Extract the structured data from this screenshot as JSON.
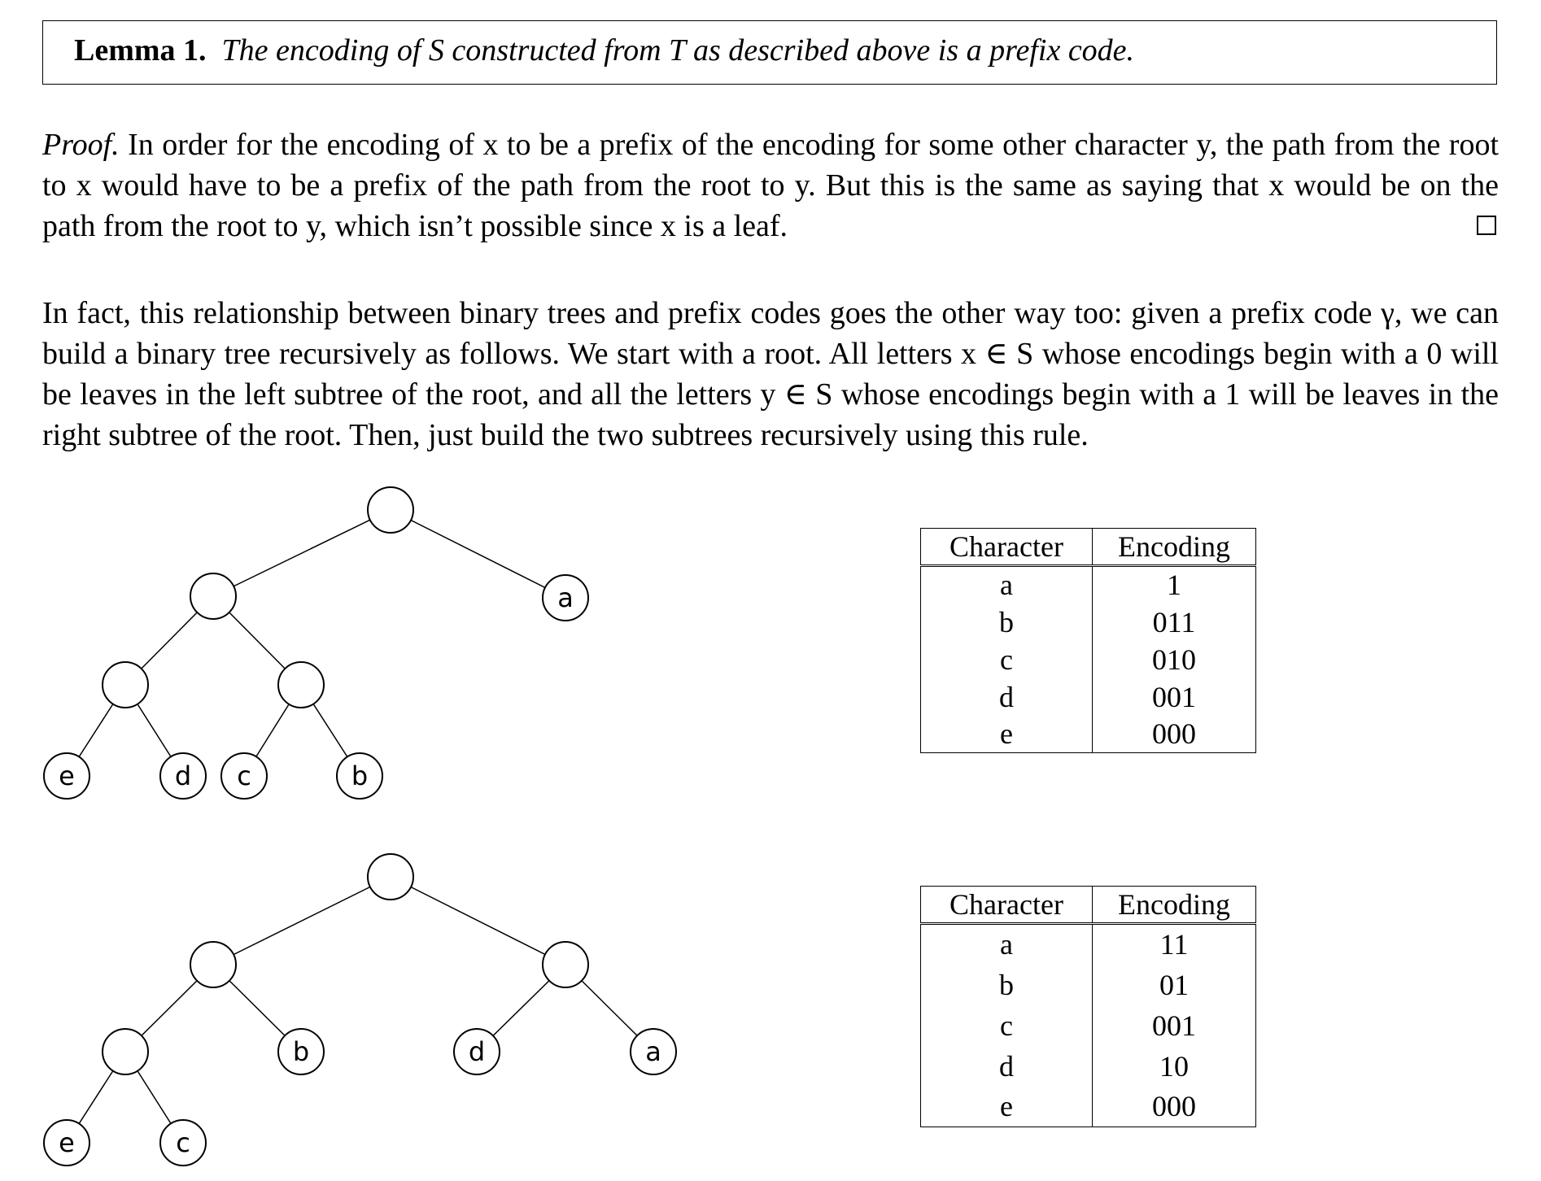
{
  "lemma": {
    "label": "Lemma 1.",
    "text": "The encoding of S constructed from T as described above is a prefix code."
  },
  "proof": {
    "label": "Proof.",
    "text": "In order for the encoding of x to be a prefix of the encoding for some other character y, the path from the root to x would have to be a prefix of the path from the root to y. But this is the same as saying that x would be on the path from the root to y, which isn’t possible since x is a leaf."
  },
  "paragraph": "In fact, this relationship between binary trees and prefix codes goes the other way too: given a prefix code γ, we can build a binary tree recursively as follows. We start with a root. All letters x ∈ S whose encodings begin with a 0 will be leaves in the left subtree of the root, and all the letters y ∈ S whose encodings begin with a 1 will be leaves in the right subtree of the root. Then, just build the two subtrees recursively using this rule.",
  "trees": [
    {
      "leaf_labels": [
        "a",
        "e",
        "d",
        "c",
        "b"
      ]
    },
    {
      "leaf_labels": [
        "b",
        "d",
        "a",
        "e",
        "c"
      ]
    }
  ],
  "tables": [
    {
      "headers": [
        "Character",
        "Encoding"
      ],
      "rows": [
        [
          "a",
          "1"
        ],
        [
          "b",
          "011"
        ],
        [
          "c",
          "010"
        ],
        [
          "d",
          "001"
        ],
        [
          "e",
          "000"
        ]
      ]
    },
    {
      "headers": [
        "Character",
        "Encoding"
      ],
      "rows": [
        [
          "a",
          "11"
        ],
        [
          "b",
          "01"
        ],
        [
          "c",
          "001"
        ],
        [
          "d",
          "10"
        ],
        [
          "e",
          "000"
        ]
      ]
    }
  ]
}
